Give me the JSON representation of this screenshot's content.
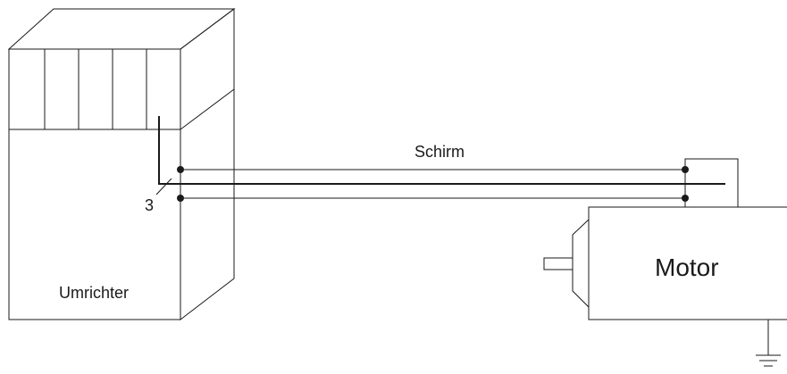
{
  "labels": {
    "shield": "Schirm",
    "converter": "Umrichter",
    "motor": "Motor",
    "callout": "3"
  },
  "colors": {
    "line": "#1a1a1a",
    "background": "#ffffff"
  }
}
